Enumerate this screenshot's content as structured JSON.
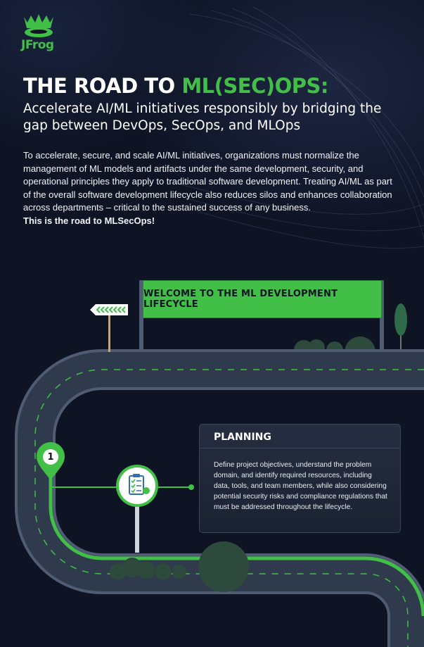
{
  "brand": {
    "logo_text": "JFrog"
  },
  "header": {
    "title_prefix": "THE ROAD TO ",
    "title_accent": "ML(SEC)OPS:",
    "subtitle": "Accelerate AI/ML initiatives responsibly by bridging the gap between DevOps, SecOps, and MLOps"
  },
  "intro": {
    "text": "To accelerate, secure, and scale AI/ML initiatives, organizations must normalize the management of ML models and artifacts under the same development, security, and operational principles they apply to traditional software development. Treating AI/ML as part of the overall software development lifecycle also reduces silos and enhances collaboration across departments – critical to the sustained success of any business.",
    "emphasis": "This is the road to MLSecOps!"
  },
  "banner": {
    "label": "WELCOME TO THE ML DEVELOPMENT LIFECYCLE"
  },
  "steps": [
    {
      "number": "1",
      "title": "PLANNING",
      "icon": "checklist-icon",
      "description": "Define project objectives, understand the problem domain, and identify required resources, including data, tools, and team members, while also considering potential security risks and compliance regulations that must be addressed throughout the lifecycle."
    }
  ],
  "colors": {
    "background": "#0e1424",
    "accent": "#41bf47",
    "road": "#2f3b4d",
    "road_edge": "#4f5c73",
    "card": "#222a3c"
  }
}
